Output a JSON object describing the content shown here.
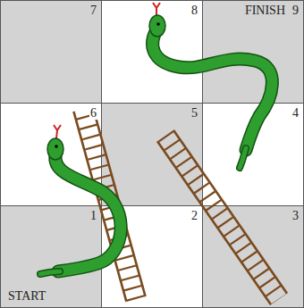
{
  "diagram": {
    "nodes": [
      {
        "text": [
          "7"
        ]
      },
      {
        "text": [
          "8"
        ]
      },
      {
        "text": [
          "FINISH",
          "9"
        ]
      },
      {
        "text": [
          "6"
        ]
      },
      {
        "text": [
          "5"
        ]
      },
      {
        "text": [
          "4"
        ]
      },
      {
        "text": [
          "1",
          "START"
        ]
      },
      {
        "text": [
          "2"
        ]
      },
      {
        "text": [
          "3"
        ]
      }
    ]
  }
}
